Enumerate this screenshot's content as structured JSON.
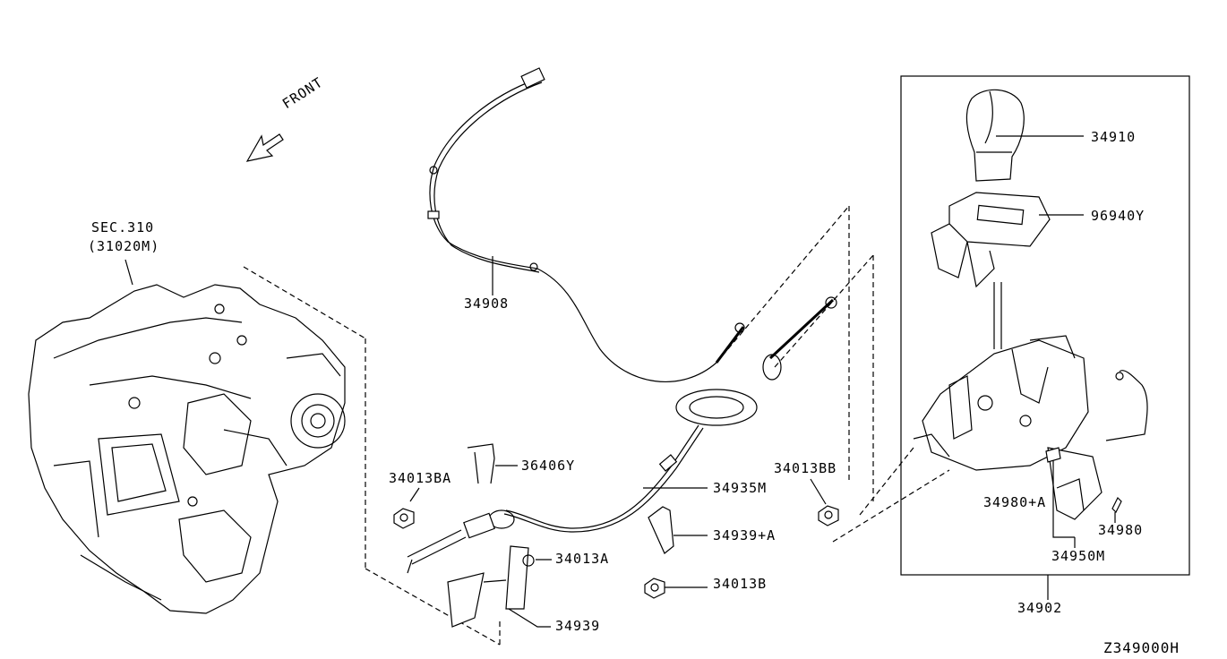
{
  "front_label": "FRONT",
  "sec_label": "SEC.310",
  "sec_part": "(31020M)",
  "parts": {
    "p34908": "34908",
    "p34910": "34910",
    "p96940Y": "96940Y",
    "p36406Y": "36406Y",
    "p34013BA": "34013BA",
    "p34935M": "34935M",
    "p34013BB": "34013BB",
    "p34939A": "34939+A",
    "p34013A": "34013A",
    "p34013B": "34013B",
    "p34939": "34939",
    "p34980A": "34980+A",
    "p34980": "34980",
    "p34950M": "34950M",
    "p34902": "34902"
  },
  "diagram_code": "Z349000H"
}
